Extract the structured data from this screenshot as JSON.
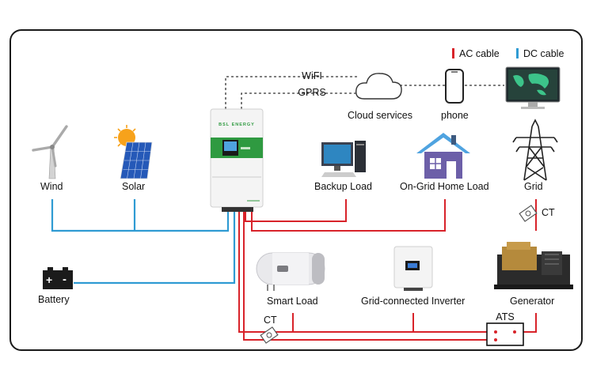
{
  "legend": {
    "ac": {
      "label": "AC cable",
      "color": "#d8232a"
    },
    "dc": {
      "label": "DC cable",
      "color": "#2f9bd3"
    }
  },
  "comm": {
    "wifi": "WiFI",
    "gprs": "GPRS"
  },
  "inverter": {
    "brand": "BSL ENERGY"
  },
  "labels": {
    "cloud": "Cloud services",
    "phone": "phone",
    "wind": "Wind",
    "solar": "Solar",
    "backup": "Backup Load",
    "ongrid": "On-Grid Home Load",
    "grid": "Grid",
    "ct_top": "CT",
    "battery": "Battery",
    "smart": "Smart Load",
    "gridinv": "Grid-connected Inverter",
    "generator": "Generator",
    "ct_bottom": "CT",
    "ats": "ATS"
  },
  "battery_marks": {
    "plus": "+",
    "minus": "-"
  }
}
